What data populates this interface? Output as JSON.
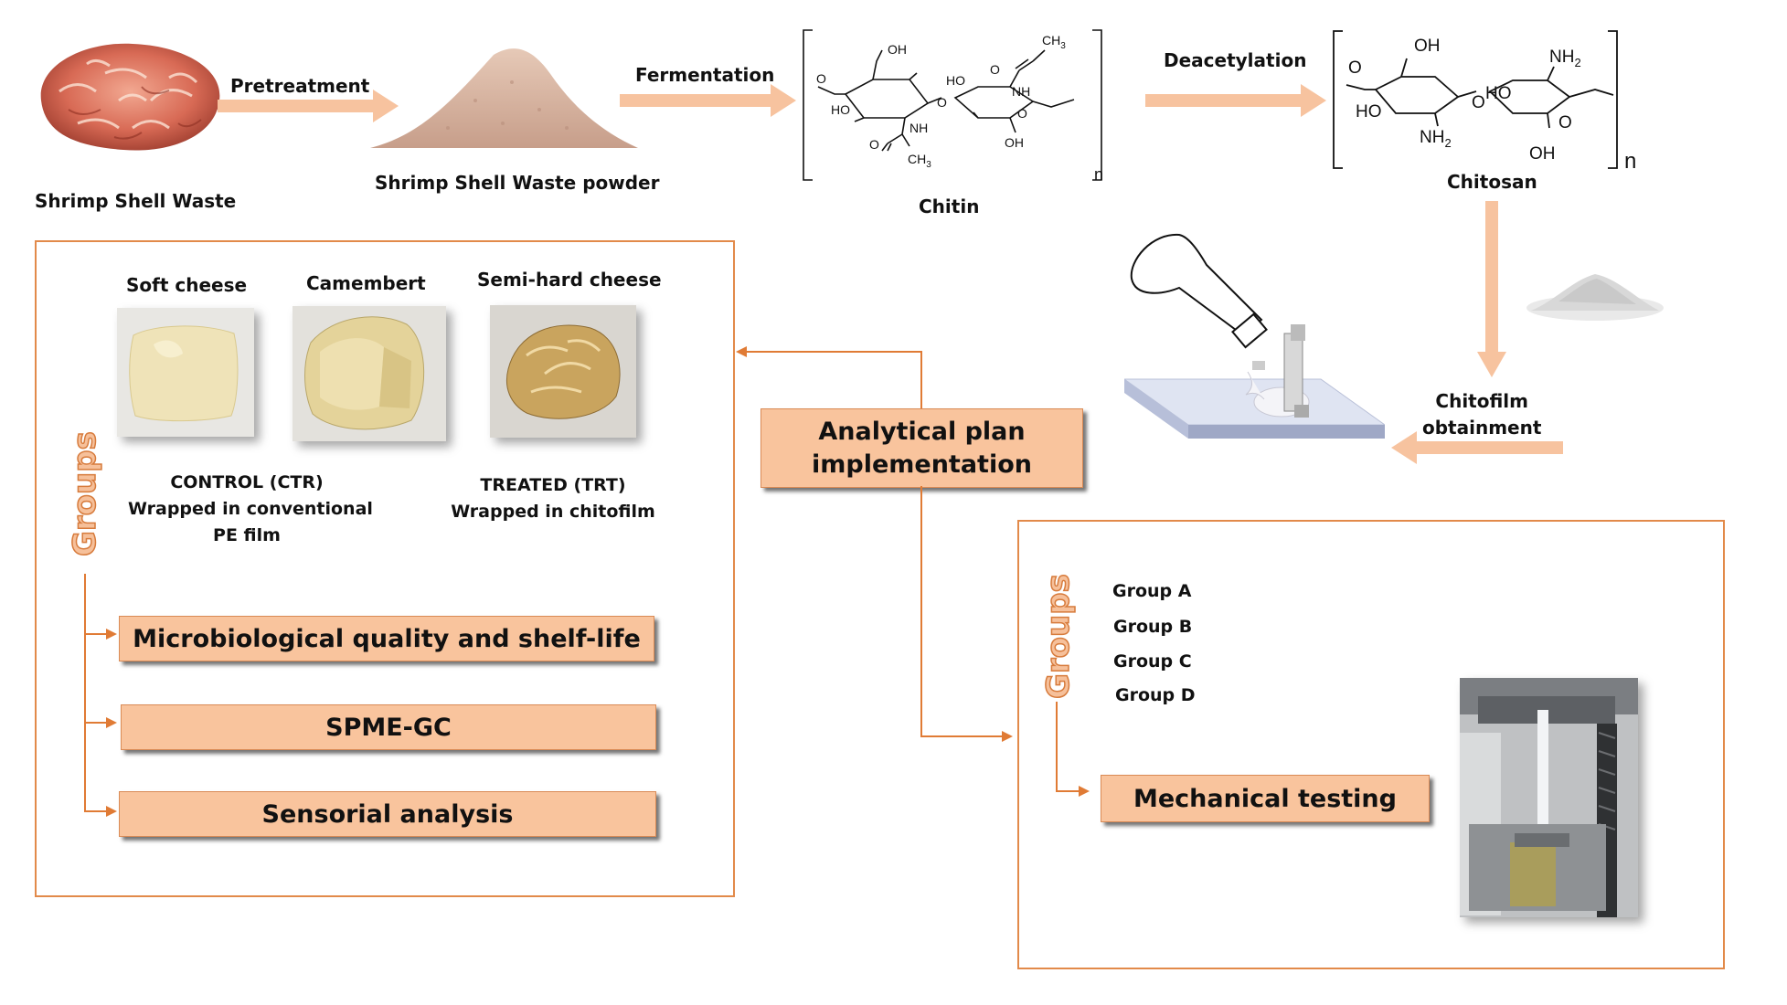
{
  "top_flow": {
    "shrimp_waste": "Shrimp Shell Waste",
    "pretreatment": "Pretreatment",
    "powder": "Shrimp Shell Waste powder",
    "fermentation": "Fermentation",
    "chitin": "Chitin",
    "deacetylation": "Deacetylation",
    "chitosan": "Chitosan",
    "chitofilm_line1": "Chitofilm",
    "chitofilm_line2": "obtainment"
  },
  "chem": {
    "oh": "OH",
    "ho": "HO",
    "nh": "NH",
    "nh2": "NH",
    "nh2_sub": "2",
    "ch3": "CH",
    "ch3_sub": "3",
    "o": "O",
    "n": "n"
  },
  "center": {
    "line1": "Analytical plan",
    "line2": "implementation"
  },
  "left_panel": {
    "samples": [
      "Soft cheese",
      "Camembert",
      "Semi-hard cheese"
    ],
    "control_line1": "CONTROL (CTR)",
    "control_line2": "Wrapped in conventional",
    "control_line3": "PE film",
    "treated_line1": "TREATED (TRT)",
    "treated_line2": "Wrapped in chitofilm",
    "groups_label": "Groups",
    "analyses": [
      "Microbiological quality and shelf-life",
      "SPME-GC",
      "Sensorial analysis"
    ]
  },
  "right_panel": {
    "groups_label": "Groups",
    "groups": [
      "Group A",
      "Group B",
      "Group C",
      "Group D"
    ],
    "analysis": "Mechanical testing"
  },
  "colors": {
    "arrow": "#f7c39f",
    "box_border": "#e28a4a",
    "step_fill": "#f9c49d",
    "groups_text": "#f6c09a"
  }
}
